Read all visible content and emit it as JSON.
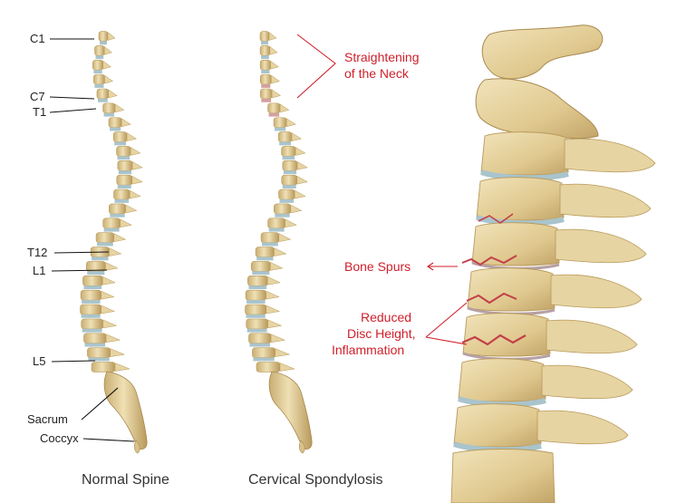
{
  "normal_spine": {
    "caption": "Normal Spine",
    "labels": {
      "c1": "C1",
      "c7": "C7",
      "t1": "T1",
      "t12": "T12",
      "l1": "L1",
      "l5": "L5",
      "sacrum": "Sacrum",
      "coccyx": "Coccyx"
    }
  },
  "cervical_spondylosis": {
    "caption": "Cervical Spondylosis",
    "annotations": {
      "straightening": [
        "Straightening",
        "of the Neck"
      ],
      "bone_spurs": "Bone Spurs",
      "reduced": [
        "Reduced",
        "Disc Height,",
        "Inflammation"
      ]
    }
  },
  "colors": {
    "bone": "#e6d4a2",
    "bone_shadow": "#b99a5c",
    "disc": "#a9c4cc",
    "annotation_red": "#d01f2a",
    "inflammation": "#c2404a"
  }
}
